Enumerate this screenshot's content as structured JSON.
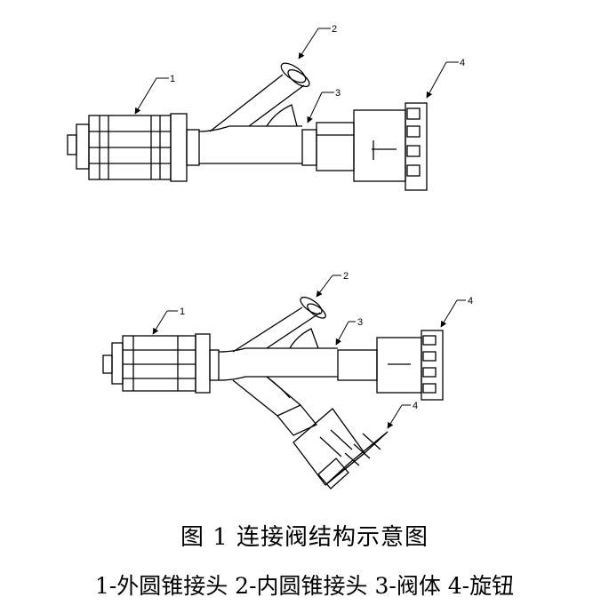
{
  "figure": {
    "callouts": {
      "top_1": "1",
      "top_2": "2",
      "top_3": "3",
      "top_4": "4",
      "bottom_1": "1",
      "bottom_2": "2",
      "bottom_3": "3",
      "bottom_4a": "4",
      "bottom_4b": "4"
    },
    "caption_title": "图 1 连接阀结构示意图",
    "caption_legend": "1-外圆锥接头 2-内圆锥接头 3-阀体  4-旋钮"
  },
  "colors": {
    "line": "#000000",
    "background": "#ffffff"
  }
}
